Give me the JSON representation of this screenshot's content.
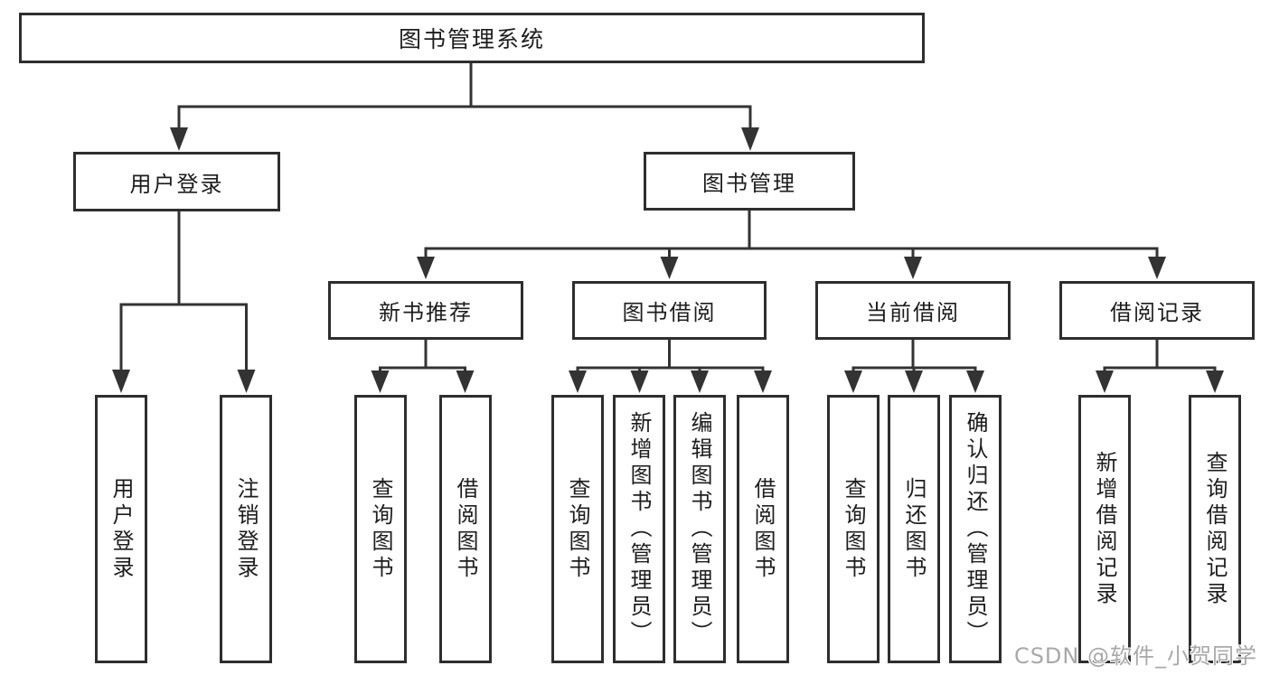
{
  "diagram": {
    "tree": {
      "label": "图书管理系统",
      "children": [
        {
          "label": "用户登录",
          "children": [
            {
              "label": "用户登录"
            },
            {
              "label": "注销登录"
            }
          ]
        },
        {
          "label": "图书管理",
          "children": [
            {
              "label": "新书推荐",
              "children": [
                {
                  "label": "查询图书"
                },
                {
                  "label": "借阅图书"
                }
              ]
            },
            {
              "label": "图书借阅",
              "children": [
                {
                  "label": "查询图书"
                },
                {
                  "label": "新增图书（管理员）"
                },
                {
                  "label": "编辑图书（管理员）"
                },
                {
                  "label": "借阅图书"
                }
              ]
            },
            {
              "label": "当前借阅",
              "children": [
                {
                  "label": "查询图书"
                },
                {
                  "label": "归还图书"
                },
                {
                  "label": "确认归还（管理员）"
                }
              ]
            },
            {
              "label": "借阅记录",
              "children": [
                {
                  "label": "新增借阅记录"
                },
                {
                  "label": "查询借阅记录"
                }
              ]
            }
          ]
        }
      ]
    }
  },
  "watermark": {
    "text": "CSDN @软件_小贺同学"
  },
  "colors": {
    "line": "#333333",
    "box_border": "#2e2e2e",
    "text": "#1d1d1d",
    "watermark": "#a8a8a8",
    "background": "#ffffff"
  }
}
